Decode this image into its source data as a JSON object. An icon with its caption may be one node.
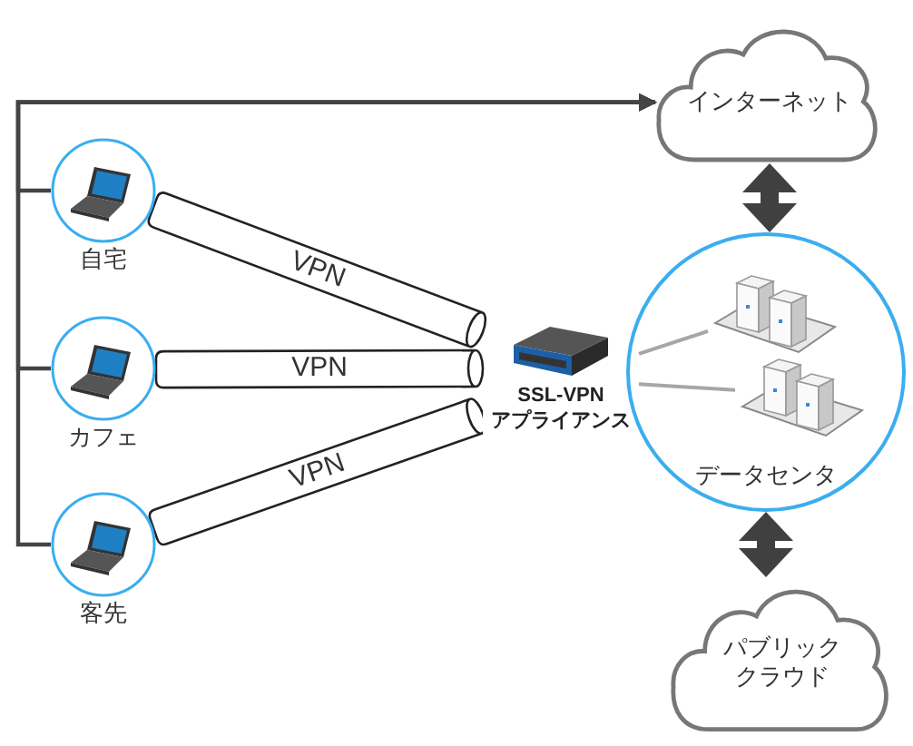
{
  "diagram": {
    "nodes": [
      {
        "text": [
          "インターネット"
        ]
      },
      {
        "text": [
          "自宅"
        ]
      },
      {
        "text": [
          "カフェ"
        ]
      },
      {
        "text": [
          "客先"
        ]
      },
      {
        "text": [
          "SSL-VPN アプライアンス"
        ]
      },
      {
        "text": [
          "データセンタ"
        ]
      },
      {
        "text": [],
        "shape": "server",
        "in": 5
      },
      {
        "text": [],
        "shape": "server",
        "in": 5
      },
      {
        "text": [
          "パブリッククラウド"
        ]
      }
    ],
    "edges": [
      {
        "from": 1,
        "to": 0,
        "arrow": "to"
      },
      {
        "from": 2,
        "to": 0,
        "arrow": "to"
      },
      {
        "from": 3,
        "to": 0,
        "arrow": "to"
      },
      {
        "from": 1,
        "to": 4,
        "arrow": "none",
        "label": "VPN"
      },
      {
        "from": 2,
        "to": 4,
        "arrow": "none",
        "label": "VPN"
      },
      {
        "from": 3,
        "to": 4,
        "arrow": "none",
        "label": "VPN"
      },
      {
        "from": 4,
        "to": 6,
        "arrow": "none",
        "color": "#a6a6a6"
      },
      {
        "from": 4,
        "to": 7,
        "arrow": "none",
        "color": "#a6a6a6"
      },
      {
        "from": 0,
        "to": 5,
        "arrow": "both",
        "style": "thick"
      },
      {
        "from": 5,
        "to": 8,
        "arrow": "both",
        "style": "thick"
      }
    ]
  }
}
